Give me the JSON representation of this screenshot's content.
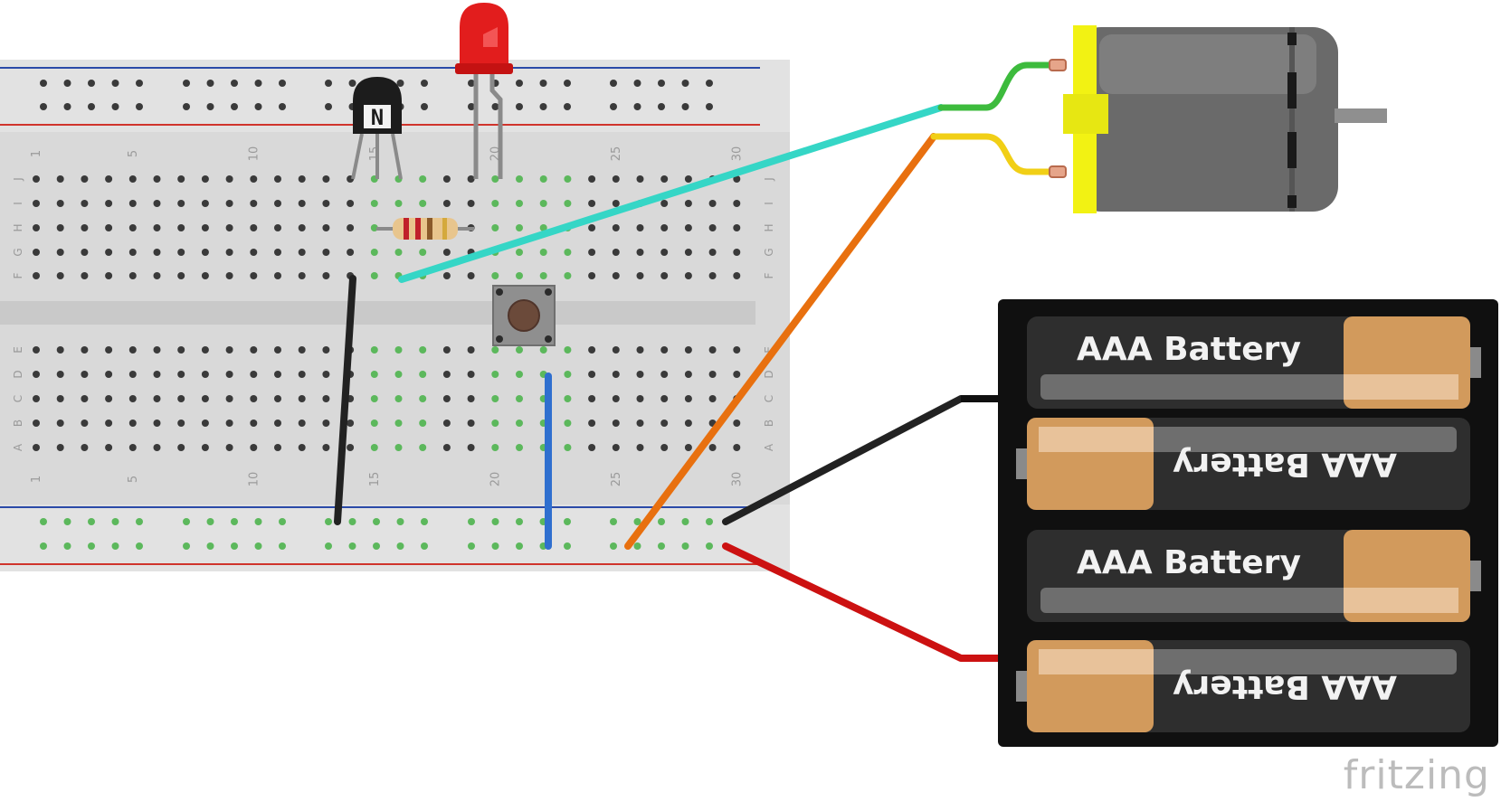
{
  "breadboard": {
    "column_numbers": [
      "1",
      "5",
      "10",
      "15",
      "20",
      "25",
      "30"
    ],
    "row_letters_top": [
      "J",
      "I",
      "H",
      "G",
      "F"
    ],
    "row_letters_bottom": [
      "E",
      "D",
      "C",
      "B",
      "A"
    ]
  },
  "transistor": {
    "mark": "N"
  },
  "batteries": {
    "label": "AAA Battery",
    "cells": [
      {
        "label": "AAA Battery",
        "flipped": false
      },
      {
        "label": "AAA Battery",
        "flipped": true
      },
      {
        "label": "AAA Battery",
        "flipped": false
      },
      {
        "label": "AAA Battery",
        "flipped": true
      }
    ]
  },
  "brand": "fritzing",
  "colors": {
    "board": "#d9d9d9",
    "hole": "#3a3a3a",
    "hole_connected": "#5cb85c",
    "rail_red": "#d0342c",
    "rail_blue": "#2b4aa8",
    "wire_cyan": "#35d6c6",
    "wire_orange": "#e8700f",
    "wire_black": "#222222",
    "wire_blue": "#2f6fcf",
    "wire_red": "#cc1111",
    "wire_green": "#3dbb3d",
    "wire_yellow": "#f1cf16",
    "motor_body": "#6a6a6a",
    "motor_cap": "#f2f213",
    "led": "#e21d1d",
    "battery_copper": "#d29a5c"
  }
}
